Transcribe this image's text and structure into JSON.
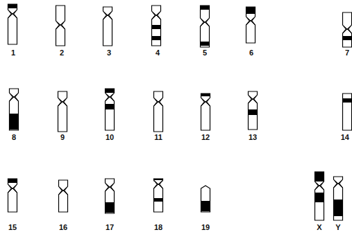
{
  "diagram": {
    "labels": [
      "1",
      "2",
      "3",
      "4",
      "5",
      "6",
      "7",
      "8",
      "9",
      "10",
      "11",
      "12",
      "13",
      "14",
      "15",
      "16",
      "17",
      "18",
      "19",
      "X",
      "Y"
    ]
  }
}
